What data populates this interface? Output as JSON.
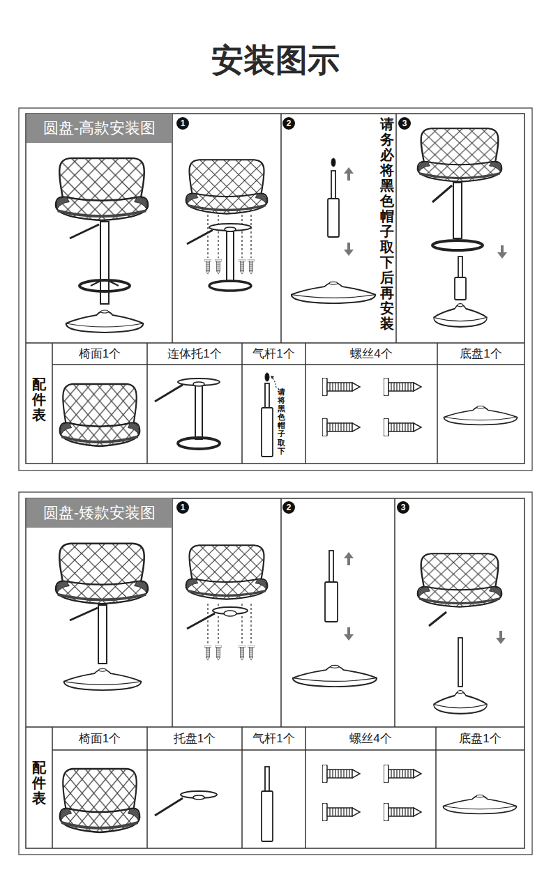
{
  "diagram": {
    "title": "安装图示",
    "nodes": [
      {
        "text": [
          "圆盘-高款安装图"
        ]
      },
      {
        "text": [
          "圆盘-矮款安装图"
        ]
      }
    ],
    "labels": [
      "1",
      "2",
      "请务必将黑色帽子取下后再安装",
      "3",
      "配件表",
      "椅面1个",
      "连体托1个",
      "气杆1个",
      "螺丝4个",
      "底盘1个",
      "请将黑色帽子取下",
      "1",
      "2",
      "3",
      "配件表",
      "椅面1个",
      "托盘1个",
      "气杆1个",
      "螺丝4个",
      "底盘1个"
    ]
  }
}
